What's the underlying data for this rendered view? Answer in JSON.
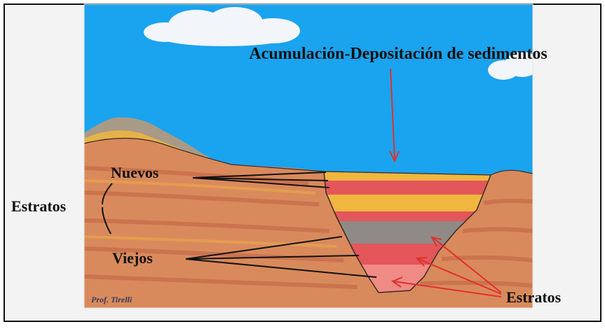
{
  "labels": {
    "title": "Acumulación-Depositación de sedimentos",
    "new_layers": "Nuevos",
    "strata_left": "Estratos",
    "old_layers": "Viejos",
    "strata_right": "Estratos",
    "signature": "Prof. Tirelli"
  },
  "colors": {
    "sky": "#1aa3ee",
    "cloud": "#f2f6fb",
    "rock": "#d98a5c",
    "rock_dark": "#c66a49",
    "mountain": "#a89a86",
    "yellow_layer": "#f0b63f",
    "red_layer": "#e3565a",
    "gray_layer": "#8f8a86",
    "pink_layer": "#f08a84",
    "arrow_red": "#e0302e",
    "ink": "#111111",
    "frame_bg": "#f3f3f3"
  }
}
